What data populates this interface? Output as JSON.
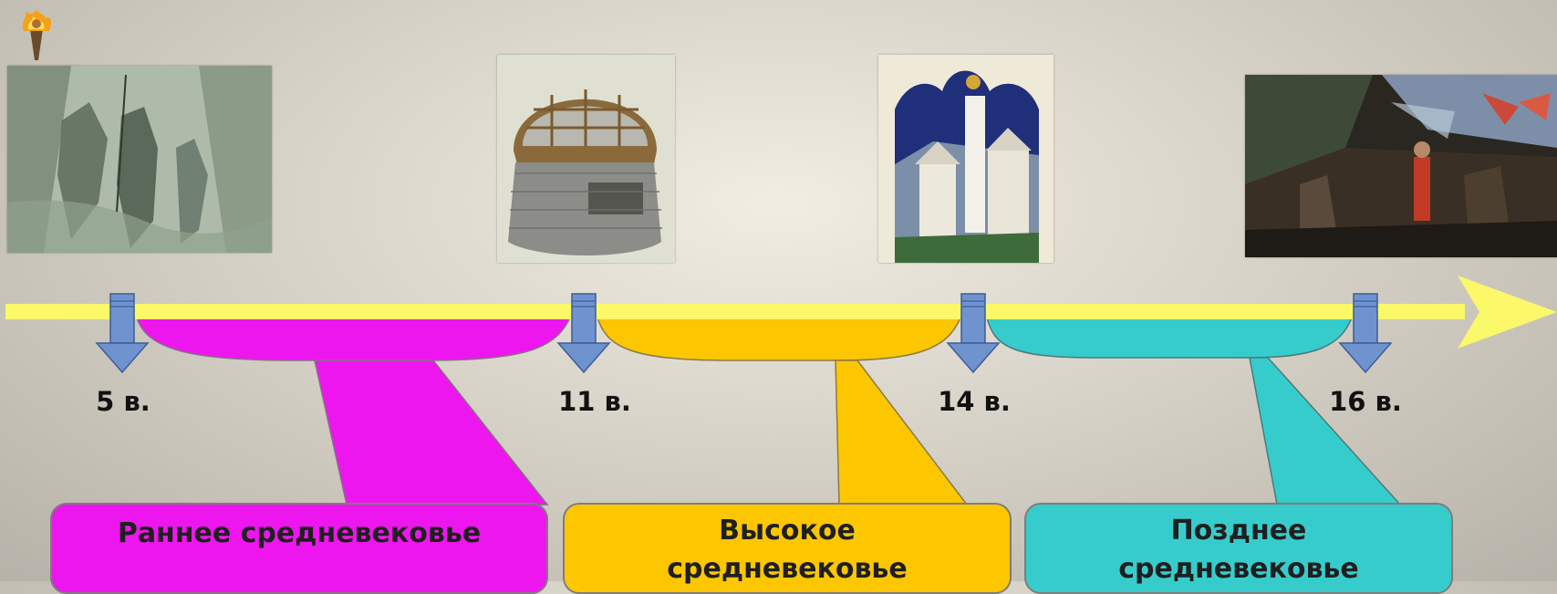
{
  "timeline": {
    "axis_color": "#fbf86a",
    "arrow_color": "#6f93cf",
    "markers": [
      {
        "label": "5 в."
      },
      {
        "label": "11 в."
      },
      {
        "label": "14 в."
      },
      {
        "label": "16 в."
      }
    ]
  },
  "periods": [
    {
      "name": "Раннее средневековье",
      "color": "#ee16ee"
    },
    {
      "name_line1": "Высокое",
      "name_line2": "средневековье",
      "color": "#fcc600"
    },
    {
      "name_line1": "Позднее",
      "name_line2": "средневековье",
      "color": "#37cccc"
    }
  ],
  "images": [
    {
      "icon": "barbarians-engraving"
    },
    {
      "icon": "chainmail-helmet"
    },
    {
      "icon": "gothic-castle-miniature"
    },
    {
      "icon": "columbus-landing-painting"
    }
  ]
}
